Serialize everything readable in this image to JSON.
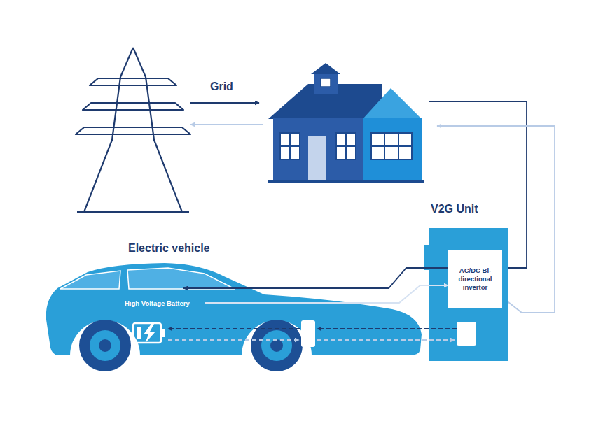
{
  "diagram": {
    "nodes": [
      {
        "text": [
          "V2G Unit"
        ]
      },
      {
        "text": [
          "AC/DC Bi-directional invertor"
        ],
        "in": 0
      },
      {
        "text": [
          "Electric vehicle",
          "High Voltage Battery"
        ]
      }
    ],
    "edges": [
      {
        "from": 1,
        "to": 2,
        "arrow": "to"
      },
      {
        "from": 2,
        "to": 1,
        "arrow": "to"
      }
    ],
    "labels": [
      "Grid"
    ]
  }
}
